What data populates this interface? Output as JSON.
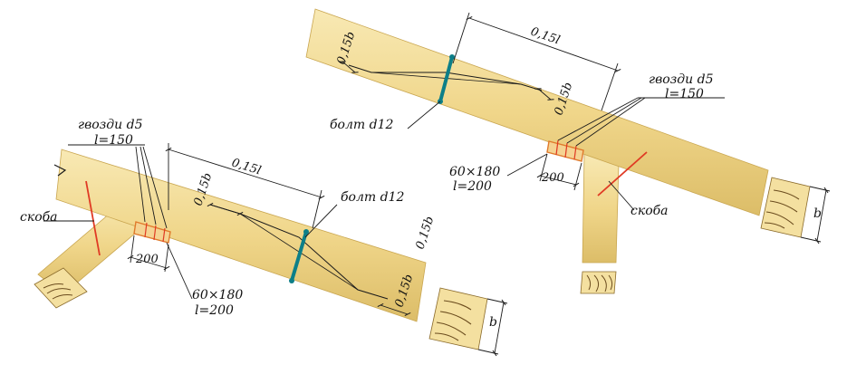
{
  "colors": {
    "wood": "#f1d98d",
    "wood_light": "#f7e7ae",
    "wood_dark": "#cfae57",
    "grain": "#6b4c1e",
    "bolt": "#0d7f88",
    "staple": "#e03a24",
    "pad": "#e07a2c",
    "line": "#1a1a1a"
  },
  "left_joint": {
    "nails_label": "гвозди d5",
    "nails_length": "l=150",
    "dim_overlap": "0,15l",
    "dim_depth_top": "0,15b",
    "dim_depth_bottom": "0,15b",
    "dim_depth_far": "0,15b",
    "bolt_label": "болт d12",
    "staple_label": "скоба",
    "pad_dim": "200",
    "pad_size": "60×180",
    "pad_length": "l=200",
    "section_b": "b"
  },
  "right_joint": {
    "nails_label": "гвозди d5",
    "nails_length": "l=150",
    "dim_overlap": "0,15l",
    "dim_depth_left": "0,15b",
    "dim_depth_right": "0,15b",
    "bolt_label": "болт d12",
    "staple_label": "скоба",
    "pad_dim": "200",
    "pad_size": "60×180",
    "pad_length": "l=200",
    "section_b": "b"
  }
}
